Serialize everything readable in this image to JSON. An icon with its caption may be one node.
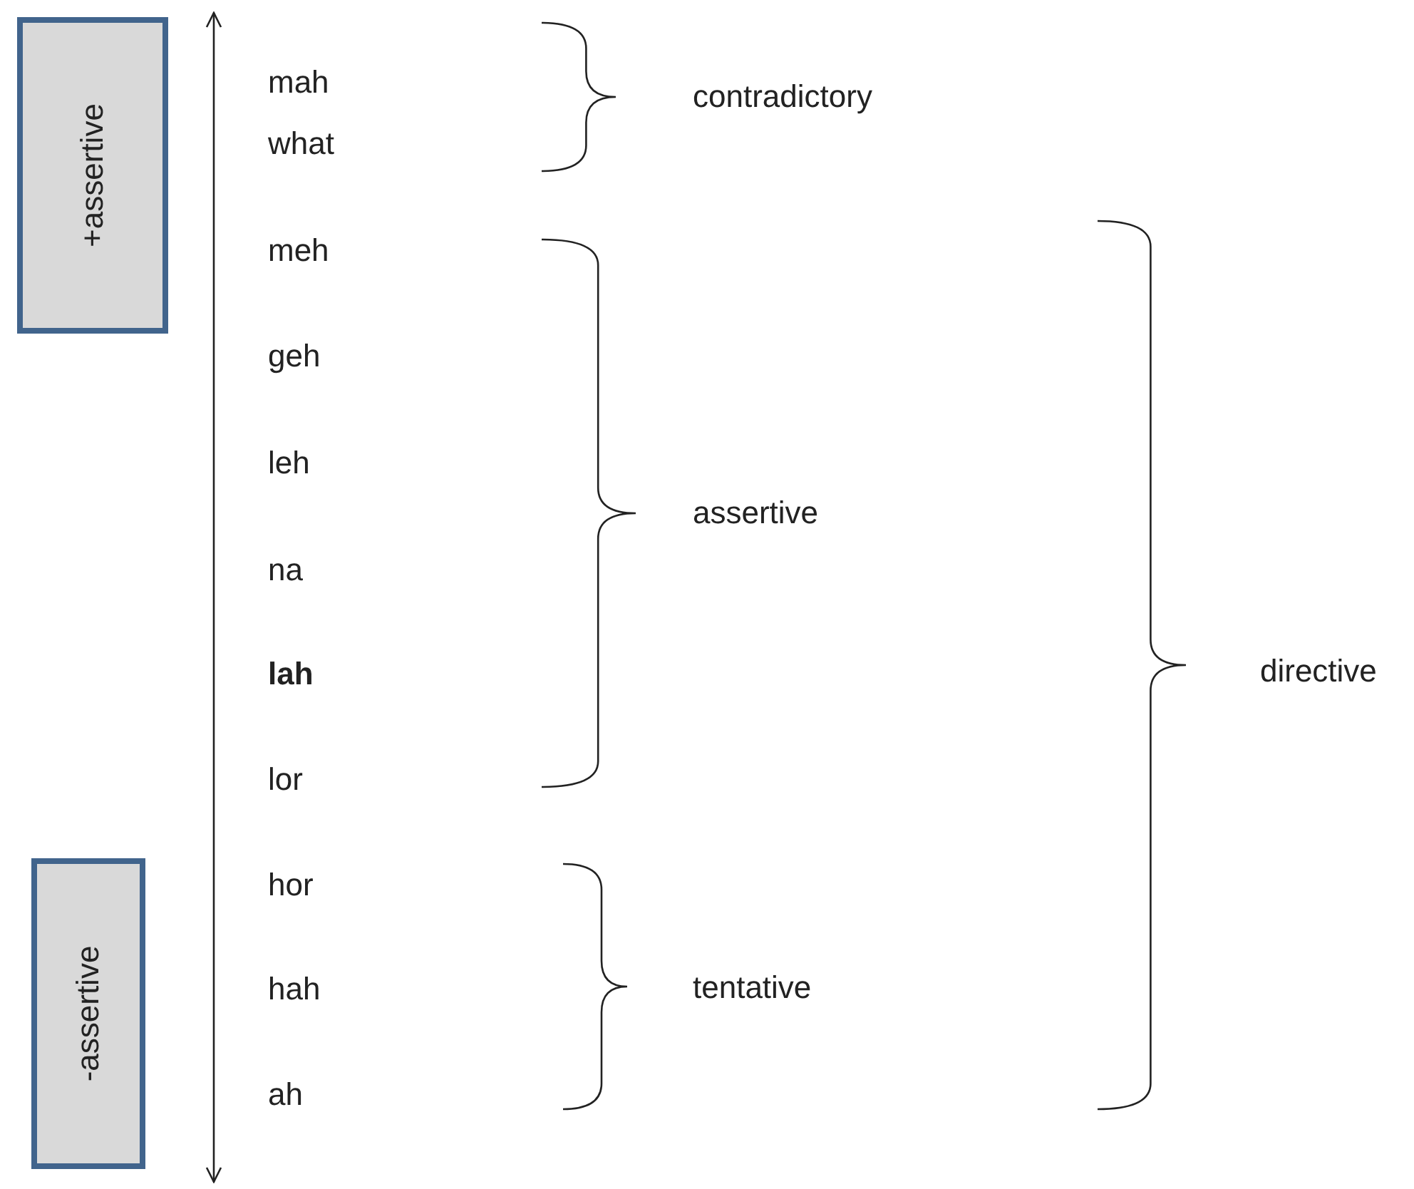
{
  "diagram": {
    "nodes": [
      {
        "text": [
          "+assertive"
        ]
      },
      {
        "text": [
          "-assertive"
        ]
      }
    ],
    "edges": [],
    "labels": [
      "mah",
      "contradictory",
      "what",
      "meh",
      "geh",
      "leh",
      "assertive",
      "na",
      "lah",
      "directive",
      "lor",
      "hor",
      "hah",
      "tentative",
      "ah"
    ]
  }
}
